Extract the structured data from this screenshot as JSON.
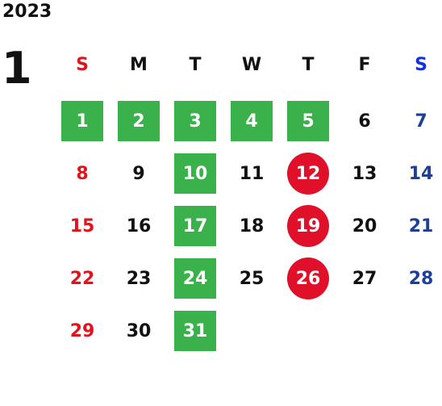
{
  "year": "2023",
  "month": "1",
  "weekdays": [
    "S",
    "M",
    "T",
    "W",
    "T",
    "F",
    "S"
  ],
  "colors": {
    "sunday": "#e0141e",
    "saturday": "#1f3f97",
    "green_highlight": "#3ab14a",
    "red_highlight": "#e0102a"
  },
  "days": [
    {
      "d": "1",
      "col": 0,
      "row": 0,
      "mark": "green"
    },
    {
      "d": "2",
      "col": 1,
      "row": 0,
      "mark": "green"
    },
    {
      "d": "3",
      "col": 2,
      "row": 0,
      "mark": "green"
    },
    {
      "d": "4",
      "col": 3,
      "row": 0,
      "mark": "green"
    },
    {
      "d": "5",
      "col": 4,
      "row": 0,
      "mark": "green"
    },
    {
      "d": "6",
      "col": 5,
      "row": 0,
      "mark": ""
    },
    {
      "d": "7",
      "col": 6,
      "row": 0,
      "mark": ""
    },
    {
      "d": "8",
      "col": 0,
      "row": 1,
      "mark": ""
    },
    {
      "d": "9",
      "col": 1,
      "row": 1,
      "mark": ""
    },
    {
      "d": "10",
      "col": 2,
      "row": 1,
      "mark": "green"
    },
    {
      "d": "11",
      "col": 3,
      "row": 1,
      "mark": ""
    },
    {
      "d": "12",
      "col": 4,
      "row": 1,
      "mark": "red"
    },
    {
      "d": "13",
      "col": 5,
      "row": 1,
      "mark": ""
    },
    {
      "d": "14",
      "col": 6,
      "row": 1,
      "mark": ""
    },
    {
      "d": "15",
      "col": 0,
      "row": 2,
      "mark": ""
    },
    {
      "d": "16",
      "col": 1,
      "row": 2,
      "mark": ""
    },
    {
      "d": "17",
      "col": 2,
      "row": 2,
      "mark": "green"
    },
    {
      "d": "18",
      "col": 3,
      "row": 2,
      "mark": ""
    },
    {
      "d": "19",
      "col": 4,
      "row": 2,
      "mark": "red"
    },
    {
      "d": "20",
      "col": 5,
      "row": 2,
      "mark": ""
    },
    {
      "d": "21",
      "col": 6,
      "row": 2,
      "mark": ""
    },
    {
      "d": "22",
      "col": 0,
      "row": 3,
      "mark": ""
    },
    {
      "d": "23",
      "col": 1,
      "row": 3,
      "mark": ""
    },
    {
      "d": "24",
      "col": 2,
      "row": 3,
      "mark": "green"
    },
    {
      "d": "25",
      "col": 3,
      "row": 3,
      "mark": ""
    },
    {
      "d": "26",
      "col": 4,
      "row": 3,
      "mark": "red"
    },
    {
      "d": "27",
      "col": 5,
      "row": 3,
      "mark": ""
    },
    {
      "d": "28",
      "col": 6,
      "row": 3,
      "mark": ""
    },
    {
      "d": "29",
      "col": 0,
      "row": 4,
      "mark": ""
    },
    {
      "d": "30",
      "col": 1,
      "row": 4,
      "mark": ""
    },
    {
      "d": "31",
      "col": 2,
      "row": 4,
      "mark": "green"
    }
  ]
}
